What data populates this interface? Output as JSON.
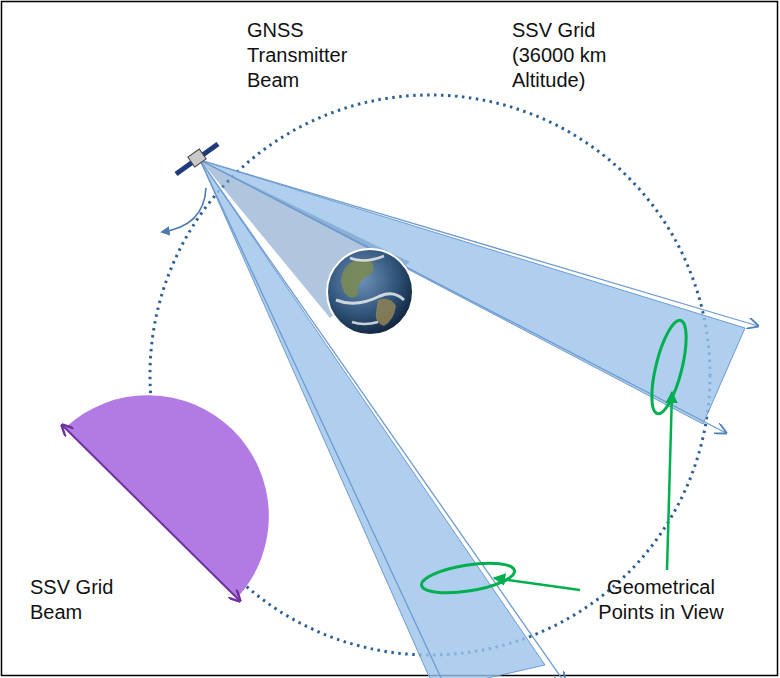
{
  "diagram": {
    "labels": [
      "GNSS Transmitter Beam",
      "SSV Grid (36000 km Altitude)",
      "SSV Grid Beam",
      "Geometrical Points in View"
    ]
  }
}
